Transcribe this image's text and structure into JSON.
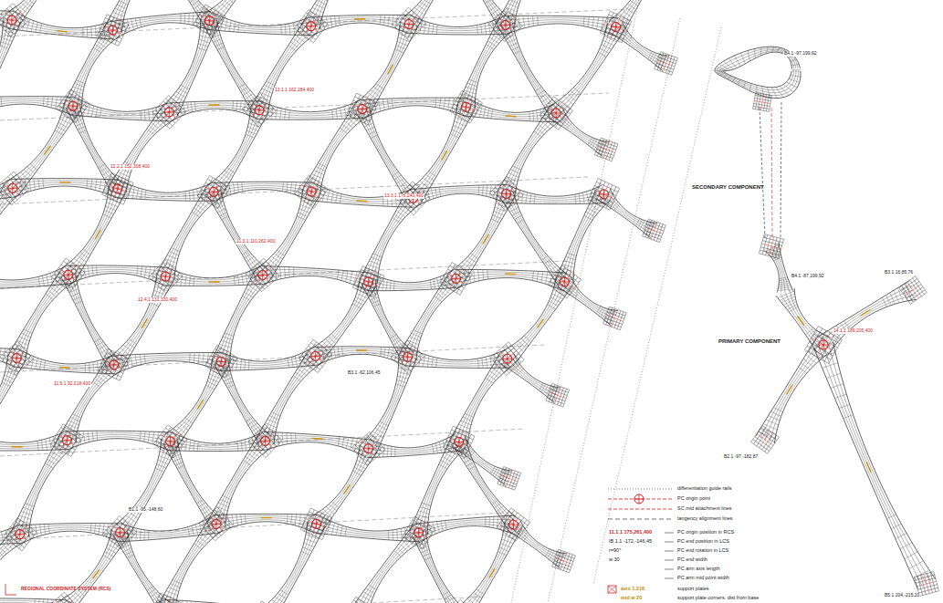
{
  "diagram": {
    "labels": [
      "REGIONAL COORDINATE SYSTEM (RCS)",
      "SECONDARY COMPONENT",
      "PRIMARY COMPONENT",
      "11.1.1 175,261,400",
      "IB.1.1 -172,-146,45",
      "r=90°",
      "w 30",
      "axis 1.216",
      "mid w 20",
      "14.1.1 189,205,400",
      "B4.1 -97,199,92",
      "B4.1 -87,199,92",
      "B3.1 16,85,76",
      "B2.1 -97,-182,87",
      "B5.1 204,-215,20",
      "12.2.1 152,308,400",
      "13.1.1 162,284,400",
      "12.4.1 131,330,400",
      "11.3.1 110,262,400",
      "13.3.1 176,240,400",
      "11.5.1 92,218,400",
      "B1.1 -95,-148,60",
      "B3.1 -62,106,45"
    ],
    "legend": [
      {
        "text": "differentiation guide rails"
      },
      {
        "text": "PC origin point"
      },
      {
        "text": "SC mid attachment lines"
      },
      {
        "text": "tangency alignment lines"
      },
      {
        "text": "PC origin position in RCS"
      },
      {
        "text": "PC end position in LCS"
      },
      {
        "text": "PC end rotation in LCS"
      },
      {
        "text": "PC end width"
      },
      {
        "text": "PC arm axis length"
      },
      {
        "text": "PC arm mid point width"
      },
      {
        "text": "support plates"
      },
      {
        "text": "support plate corners. dist from base"
      }
    ]
  }
}
